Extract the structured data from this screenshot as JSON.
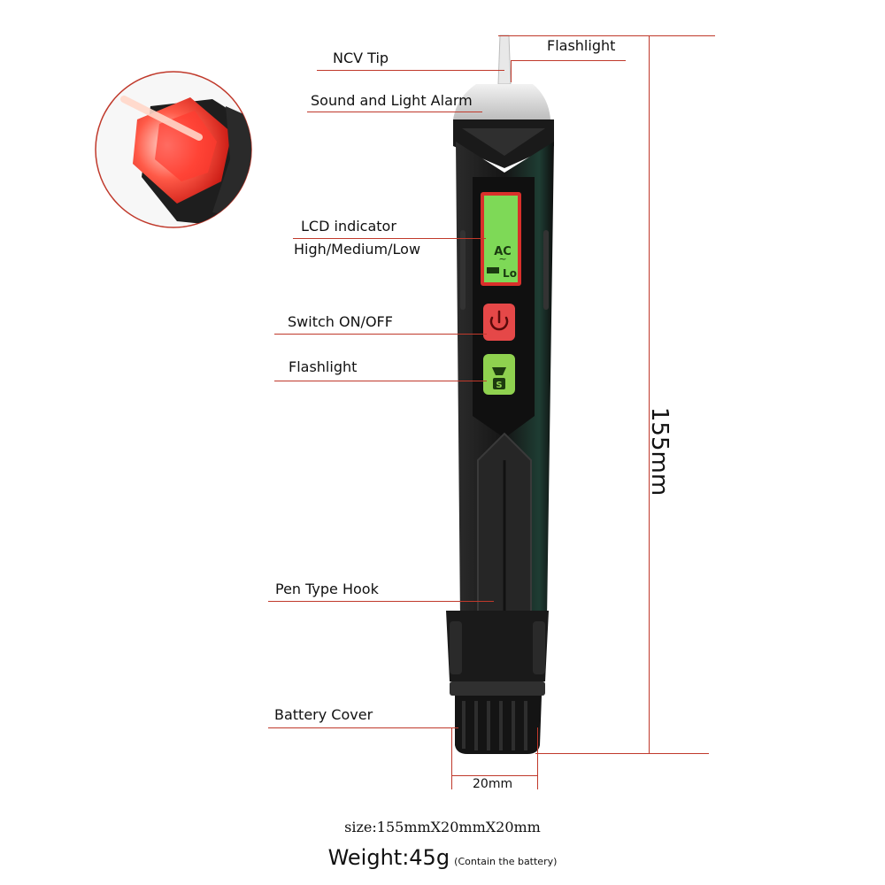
{
  "labels": {
    "ncv_tip": "NCV Tip",
    "flashlight_top": "Flashlight",
    "sound_light_alarm": "Sound and Light Alarm",
    "lcd_indicator": "LCD indicator",
    "lcd_levels": "High/Medium/Low",
    "switch": "Switch ON/OFF",
    "flashlight_button": "Flashlight",
    "pen_hook": "Pen Type Hook",
    "battery_cover": "Battery Cover"
  },
  "dimensions": {
    "length": "155mm",
    "width": "20mm"
  },
  "footer": {
    "size": "size:155mmX20mmX20mm",
    "weight": "Weight:45g",
    "weight_note": "(Contain the battery)"
  },
  "lcd": {
    "mode": "AC",
    "wave": "~",
    "level": "Lo"
  },
  "colors": {
    "callout_line": "#c0392b",
    "lcd_green": "#7ed957",
    "power_button": "#e54848",
    "flash_button": "#8fd14f",
    "body": "#1b1b1b",
    "alarm_red": "#e8231e"
  }
}
